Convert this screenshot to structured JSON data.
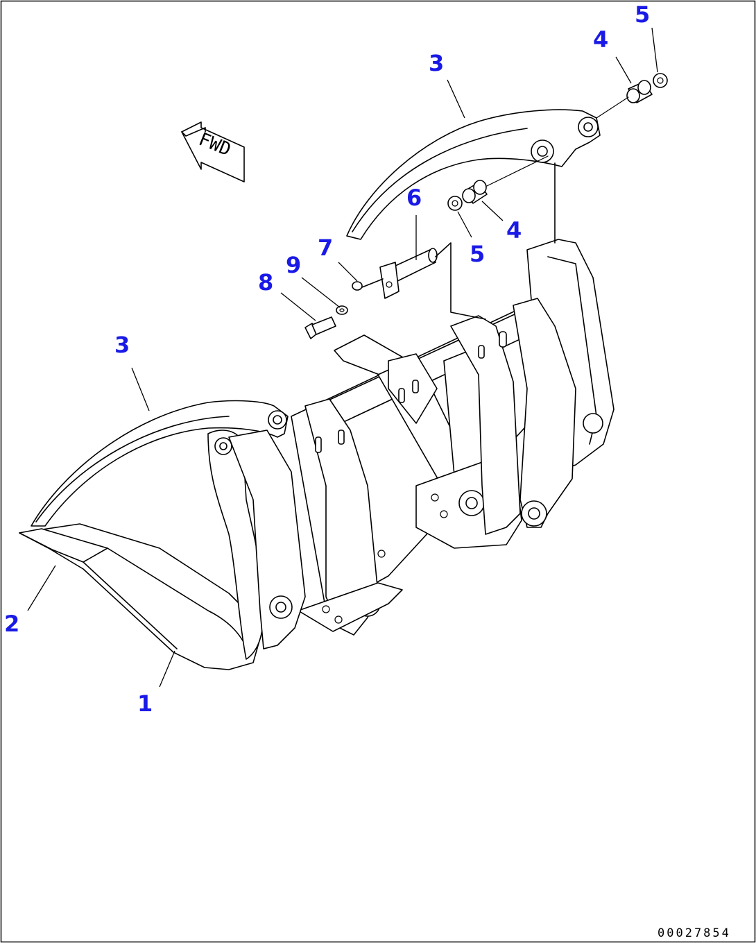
{
  "diagram": {
    "fwd_label": "FWD",
    "drawing_code": "00027854",
    "callouts": [
      {
        "id": "callout-1",
        "label": "1"
      },
      {
        "id": "callout-2",
        "label": "2"
      },
      {
        "id": "callout-3-lower",
        "label": "3"
      },
      {
        "id": "callout-3-upper",
        "label": "3"
      },
      {
        "id": "callout-4-upper",
        "label": "4"
      },
      {
        "id": "callout-4-lower",
        "label": "4"
      },
      {
        "id": "callout-5-upper",
        "label": "5"
      },
      {
        "id": "callout-5-lower",
        "label": "5"
      },
      {
        "id": "callout-6",
        "label": "6"
      },
      {
        "id": "callout-7",
        "label": "7"
      },
      {
        "id": "callout-8",
        "label": "8"
      },
      {
        "id": "callout-9",
        "label": "9"
      }
    ],
    "colors": {
      "callout": "#1a1ae6",
      "line": "#000000",
      "background": "#ffffff"
    }
  }
}
